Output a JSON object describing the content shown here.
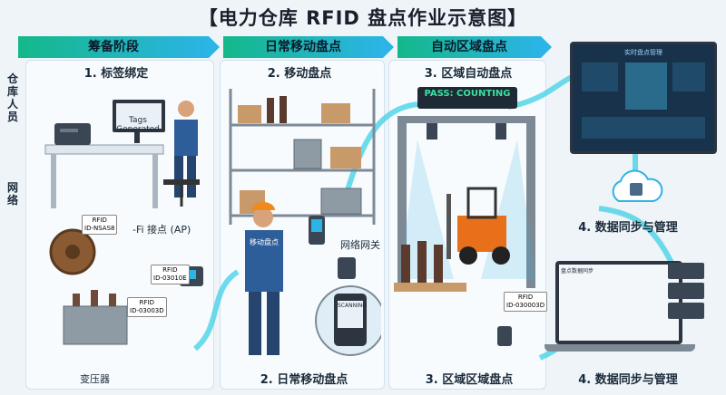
{
  "title": "【电力仓库 RFID 盘点作业示意图】",
  "side_labels": {
    "staff": "仓库人员",
    "network": "网络"
  },
  "stages": [
    {
      "label": "筹备阶段"
    },
    {
      "label": "日常移动盘点"
    },
    {
      "label": "自动区域盘点"
    }
  ],
  "steps": {
    "s1": "1. 标签绑定",
    "s2": "2. 移动盘点",
    "s3": "3. 区域自动盘点",
    "s2b": "2. 日常移动盘点",
    "s3b": "3. 区域区域盘点",
    "s4": "4. 数据同步与管理",
    "s4b": "4. 数据同步与管理"
  },
  "labels": {
    "monitor_text": "Tags Generated",
    "ap": "-Fi 接点 (AP)",
    "gateway": "网络网关",
    "gate_banner": "PASS: COUNTING",
    "handheld_badge": "移动盘点",
    "scanner_screen": "SCANNING",
    "transformer": "变压器",
    "rfid": "RFID",
    "rfid_id1": "ID-NSAS8",
    "rfid_id2": "ID-03010E",
    "rfid_id3": "ID-03003D",
    "rfid_id4": "ID-030003D",
    "dash_title": "实时盘点管理",
    "laptop_title": "盘点数据同步"
  },
  "colors": {
    "accent": "#2bb4e6",
    "green": "#14b88a",
    "forklift": "#e8701a"
  }
}
